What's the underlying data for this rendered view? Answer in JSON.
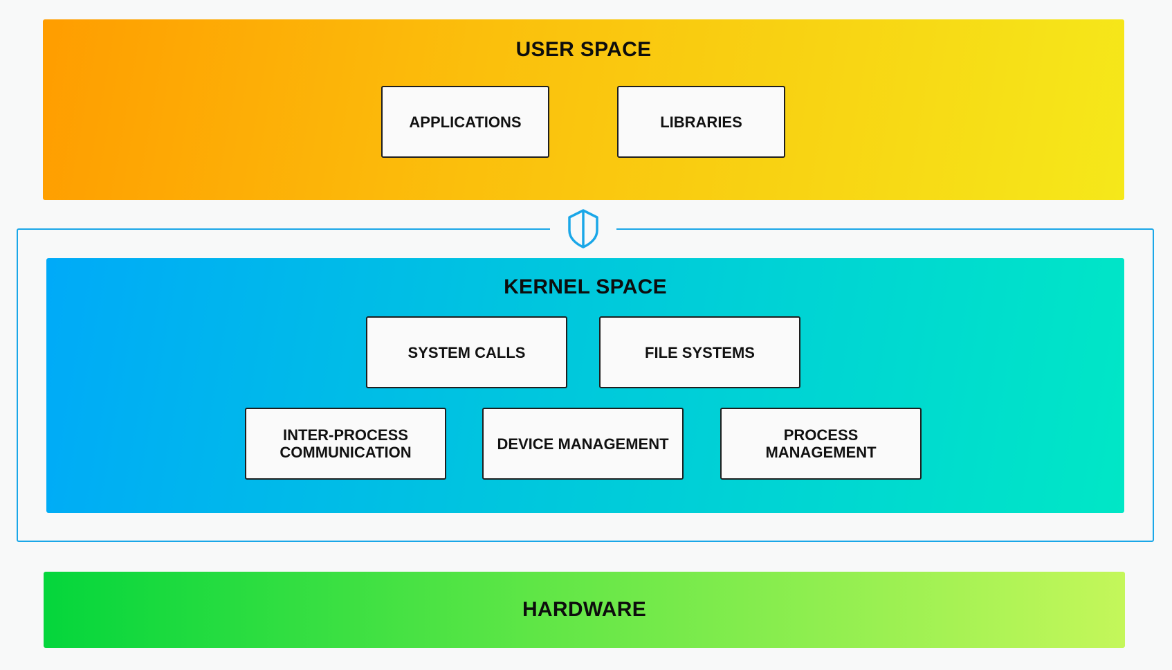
{
  "user_space": {
    "title": "USER SPACE",
    "components": [
      "APPLICATIONS",
      "LIBRARIES"
    ]
  },
  "kernel_space": {
    "title": "KERNEL SPACE",
    "components_row1": [
      "SYSTEM CALLS",
      "FILE SYSTEMS"
    ],
    "components_row2": [
      {
        "line1": "INTER-PROCESS",
        "line2": "COMMUNICATION"
      },
      {
        "line1": "DEVICE MANAGEMENT"
      },
      {
        "line1": "PROCESS",
        "line2": "MANAGEMENT"
      }
    ]
  },
  "hardware": {
    "title": "HARDWARE"
  },
  "boundary_icon": "shield-icon",
  "colors": {
    "user_space_start": "#ff9d00",
    "user_space_end": "#f5e81a",
    "kernel_space_start": "#00aaf8",
    "kernel_space_end": "#00e7c6",
    "hardware_start": "#04d63c",
    "hardware_end": "#c4f75a",
    "boundary": "#1aa7e8"
  }
}
